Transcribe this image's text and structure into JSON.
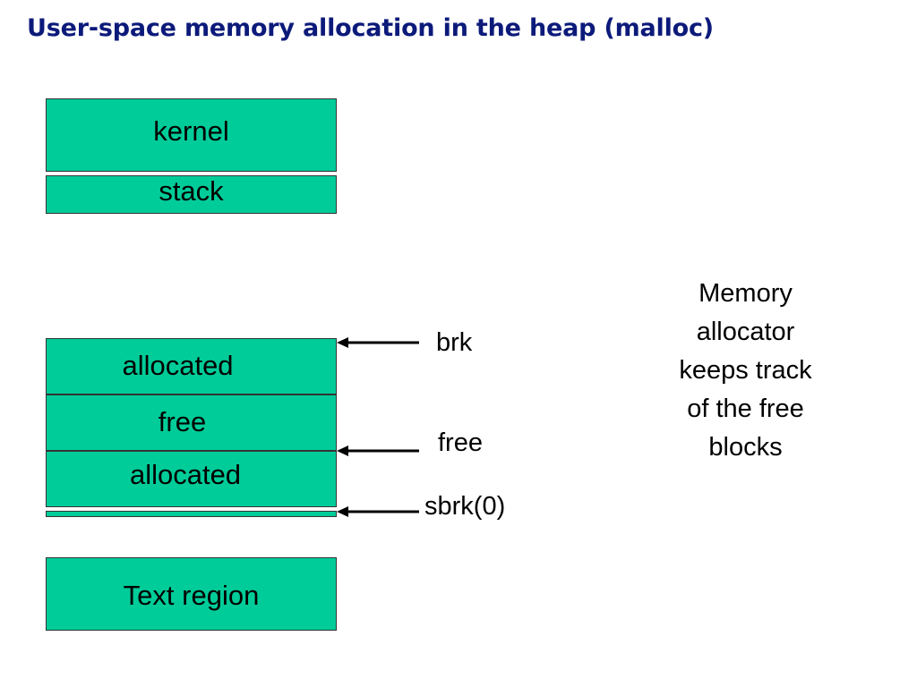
{
  "title": "User-space memory allocation in the heap (malloc)",
  "colors": {
    "title": "#0c1a7a",
    "block_fill": "#00cc99",
    "block_border": "#333333"
  },
  "memory_blocks": {
    "kernel": "kernel",
    "stack": "stack",
    "heap": [
      "allocated",
      "free",
      "allocated"
    ],
    "text_region": "Text region"
  },
  "pointers": {
    "brk": "brk",
    "free": "free",
    "sbrk": "sbrk(0)"
  },
  "note": [
    "Memory",
    "allocator",
    "keeps track",
    "of the free",
    "blocks"
  ]
}
